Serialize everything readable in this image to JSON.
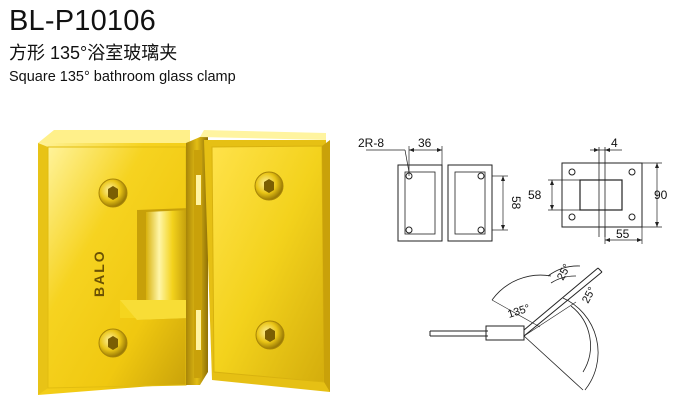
{
  "header": {
    "model_code": "BL-P10106",
    "title_cn": "方形 135°浴室玻璃夹",
    "title_en": "Square 135° bathroom glass clamp"
  },
  "product_image": {
    "brand_logo": "BALO",
    "finish_color": "#f3d21c",
    "highlight_color": "#fff27a",
    "shadow_color": "#b8930a"
  },
  "drawings": {
    "front_view": {
      "hole_radius_label": "2R-8",
      "hole_distance_label": "36",
      "height_label": "58"
    },
    "side_view": {
      "gap_label": "4",
      "height_small_label": "58",
      "height_large_label": "90",
      "width_label": "55"
    },
    "angle_view": {
      "main_angle_label": "135°",
      "upper_tolerance_label": "25°",
      "lower_tolerance_label": "25°"
    }
  }
}
